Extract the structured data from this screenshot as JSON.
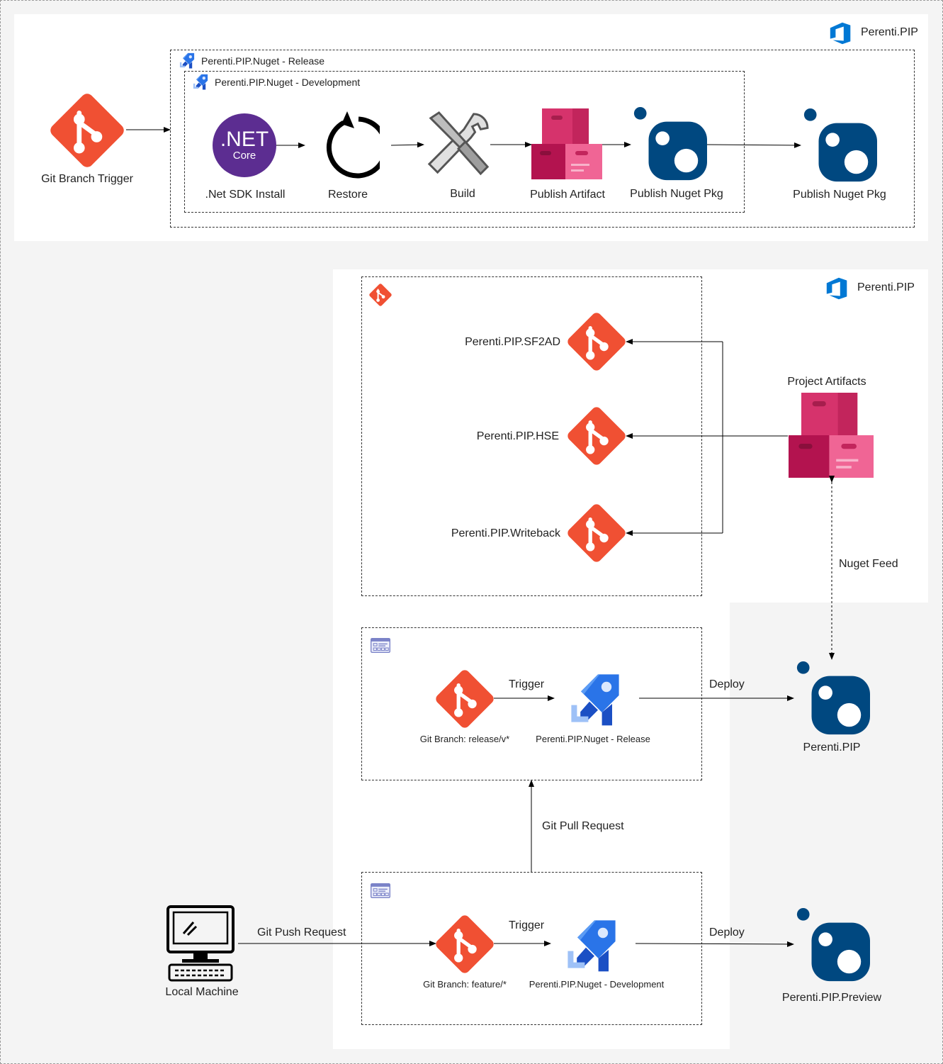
{
  "top": {
    "org_label": "Perenti.PIP",
    "release_pipeline_label": "Perenti.PIP.Nuget - Release",
    "development_pipeline_label": "Perenti.PIP.Nuget - Development",
    "trigger_label": "Git Branch Trigger",
    "steps": [
      ".Net SDK Install",
      "Restore",
      "Build",
      "Publish Artifact",
      "Publish Nuget Pkg"
    ],
    "release_step_label": "Publish Nuget Pkg",
    "dotnet_logo": {
      "line1": ".NET",
      "line2": "Core"
    }
  },
  "bottom": {
    "org_label": "Perenti.PIP",
    "repos": [
      "Perenti.PIP.SF2AD",
      "Perenti.PIP.HSE",
      "Perenti.PIP.Writeback"
    ],
    "artifacts_label": "Project Artifacts",
    "nuget_feed_label": "Nuget Feed",
    "release_flow": {
      "branch_label": "Git Branch: release/v*",
      "trigger_label": "Trigger",
      "pipeline_label": "Perenti.PIP.Nuget - Release",
      "deploy_label": "Deploy",
      "target_label": "Perenti.PIP"
    },
    "pull_request_label": "Git Pull Request",
    "development_flow": {
      "source_label": "Local Machine",
      "push_label": "Git Push Request",
      "branch_label": "Git Branch: feature/*",
      "trigger_label": "Trigger",
      "pipeline_label": "Perenti.PIP.Nuget - Development",
      "deploy_label": "Deploy",
      "target_label": "Perenti.PIP.Preview"
    }
  },
  "colors": {
    "git": "#f05033",
    "nuget": "#004880",
    "azure_devops": "#0078d4",
    "dotnet": "#5c2d91",
    "artifacts_pink": "#e91e63",
    "pipelines_blue": "#2560e0"
  }
}
